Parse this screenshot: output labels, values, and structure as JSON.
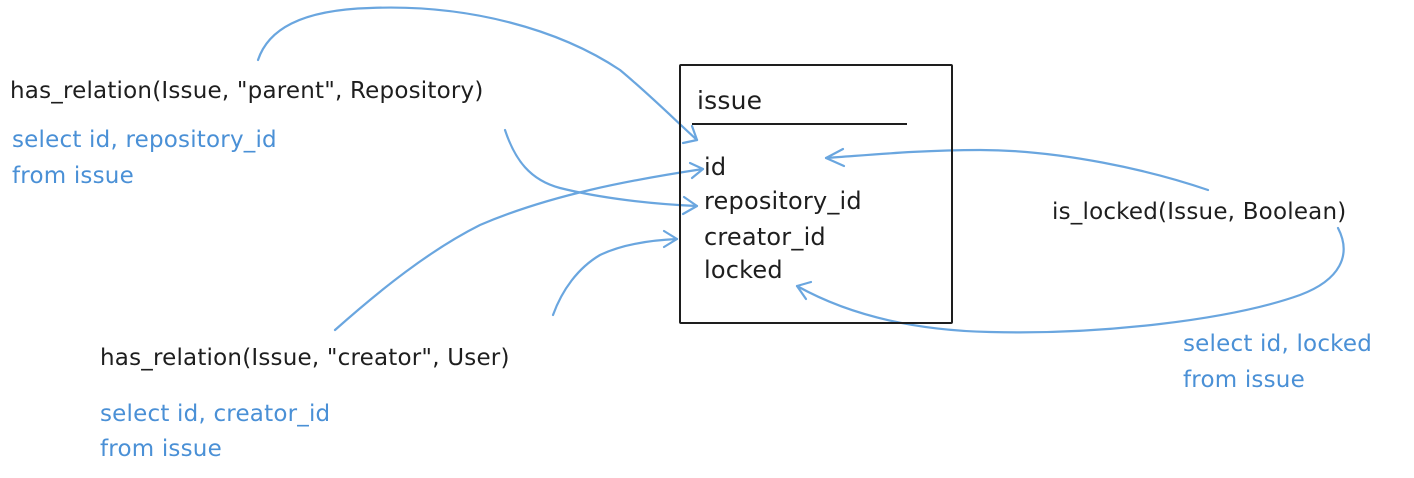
{
  "colors": {
    "ink": "#1e1e1e",
    "accent": "#4a90d6",
    "arrow": "#6aa6df",
    "background": "#ffffff"
  },
  "table": {
    "name": "issue",
    "columns": [
      "id",
      "repository_id",
      "creator_id",
      "locked"
    ]
  },
  "relations": {
    "parent": {
      "signature": "has_relation(Issue, \"parent\", Repository)",
      "sql_line1": "select id, repository_id",
      "sql_line2": "from issue"
    },
    "creator": {
      "signature": "has_relation(Issue, \"creator\", User)",
      "sql_line1": "select id, creator_id",
      "sql_line2": "from issue"
    },
    "locked": {
      "signature": "is_locked(Issue, Boolean)",
      "sql_line1": "select id, locked",
      "sql_line2": "from issue"
    }
  }
}
